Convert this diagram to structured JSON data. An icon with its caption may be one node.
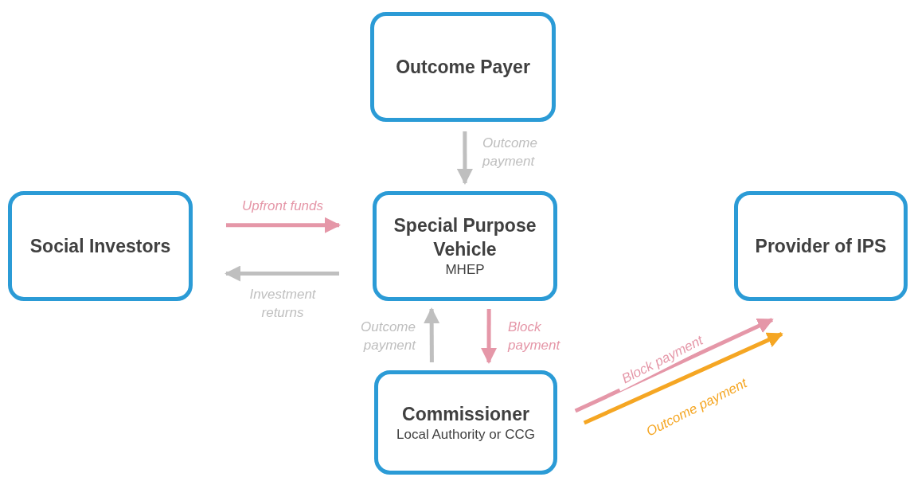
{
  "diagram": {
    "nodes": [
      {
        "text": [
          "Outcome Payer"
        ]
      },
      {
        "text": [
          "Social Investors"
        ]
      },
      {
        "text": [
          "Special Purpose Vehicle",
          "MHEP"
        ]
      },
      {
        "text": [
          "Provider of IPS"
        ]
      },
      {
        "text": [
          "Commissioner",
          "Local Authority or CCG"
        ]
      }
    ],
    "edges": [
      {
        "from": 0,
        "to": 2,
        "arrow": "to",
        "label": "Outcome payment",
        "color": "#bfbfbf"
      },
      {
        "from": 1,
        "to": 2,
        "arrow": "to",
        "label": "Upfront funds",
        "color": "#e597a8"
      },
      {
        "from": 2,
        "to": 1,
        "arrow": "to",
        "label": "Investment returns",
        "color": "#bfbfbf"
      },
      {
        "from": 4,
        "to": 2,
        "arrow": "to",
        "label": "Outcome payment",
        "color": "#bfbfbf"
      },
      {
        "from": 2,
        "to": 4,
        "arrow": "to",
        "label": "Block payment",
        "color": "#e597a8"
      },
      {
        "from": 4,
        "to": 3,
        "arrow": "to",
        "label": "Block payment",
        "color": "#e597a8"
      },
      {
        "from": 4,
        "to": 3,
        "arrow": "to",
        "label": "Outcome payment",
        "color": "#f5a623"
      }
    ]
  }
}
